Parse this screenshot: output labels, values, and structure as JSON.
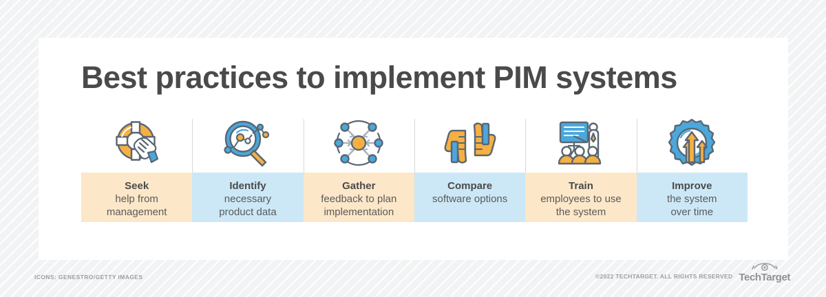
{
  "header": {
    "title": "Best practices to implement PIM systems"
  },
  "colors": {
    "band_orange": "#fce7c8",
    "band_blue": "#cce8f7",
    "icon_blue": "#4aa8dc",
    "icon_orange": "#f6b042",
    "icon_outline": "#5a6672",
    "title_text": "#4a4a4a",
    "page_background": "#f2f3f4",
    "panel_background": "#ffffff"
  },
  "cards": [
    {
      "icon": "life-preserver-icon",
      "title": "Seek",
      "desc": "help from\nmanagement",
      "desc_lines": [
        "help from",
        "management"
      ],
      "band": "orange"
    },
    {
      "icon": "magnifier-data-icon",
      "title": "Identify",
      "desc": "necessary\nproduct data",
      "desc_lines": [
        "necessary",
        "product data"
      ],
      "band": "blue"
    },
    {
      "icon": "hub-network-icon",
      "title": "Gather",
      "desc": "feedback to plan\nimplementation",
      "desc_lines": [
        "feedback to plan",
        "implementation"
      ],
      "band": "orange"
    },
    {
      "icon": "thumbs-up-down-icon",
      "title": "Compare",
      "desc": "software options",
      "desc_lines": [
        "software options"
      ],
      "band": "blue"
    },
    {
      "icon": "training-presentation-icon",
      "title": "Train",
      "desc": "employees to use\nthe system",
      "desc_lines": [
        "employees to use",
        "the system"
      ],
      "band": "orange"
    },
    {
      "icon": "gear-arrows-up-icon",
      "title": "Improve",
      "desc": "the system\nover time",
      "desc_lines": [
        "the system",
        "over time"
      ],
      "band": "blue"
    }
  ],
  "footer": {
    "credit": "ICONS: GENESTRO/GETTY IMAGES",
    "copyright": "©2022 TECHTARGET. ALL RIGHTS RESERVED",
    "logo_word": "TechTarget",
    "logo_icon": "eye-icon"
  }
}
